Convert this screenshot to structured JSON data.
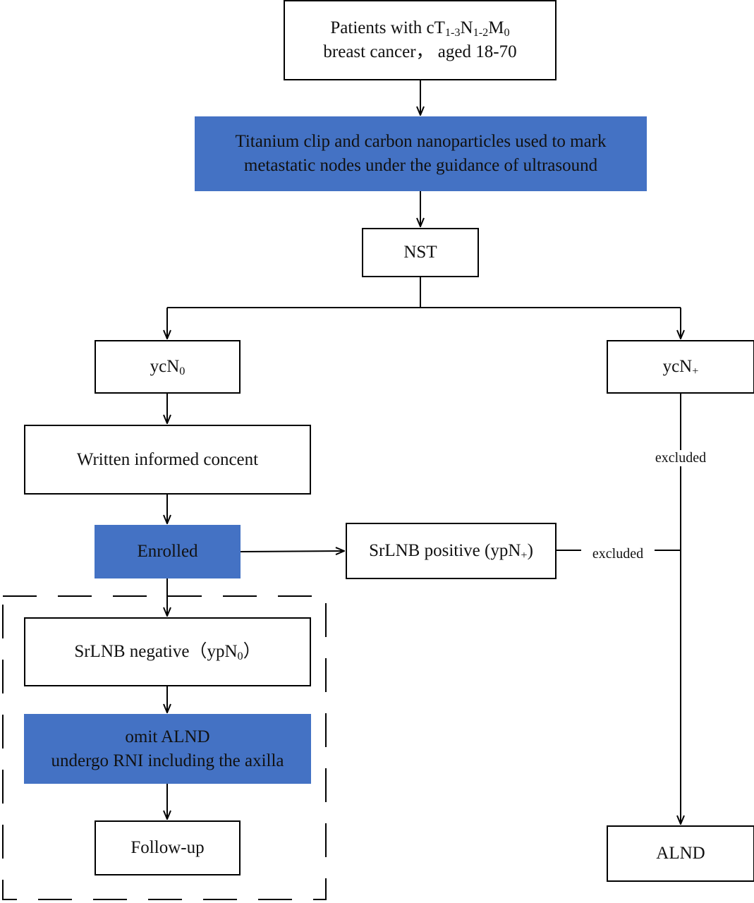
{
  "nodes": {
    "patients": {
      "line1_pre": "Patients with cT",
      "t_sub": "1-3",
      "n": "N",
      "n_sub": "1-2",
      "m": "M",
      "m_sub": "0",
      "line2": "breast cancer， aged 18-70"
    },
    "titanium": {
      "line1": "Titanium clip and carbon nanoparticles used to mark",
      "line2": "metastatic nodes under the guidance of ultrasound"
    },
    "nst": {
      "label": "NST"
    },
    "ycn0": {
      "main": "ycN",
      "sub": "0"
    },
    "ycnplus": {
      "main": "ycN",
      "sub": "+"
    },
    "consent": {
      "label": "Written informed concent"
    },
    "enrolled": {
      "label": "Enrolled"
    },
    "srlnb_pos": {
      "pre": "SrLNB positive (ypN",
      "sub": "+",
      "post": ")"
    },
    "srlnb_neg": {
      "pre": "SrLNB negative（ypN",
      "sub": "0",
      "post": "）"
    },
    "omit": {
      "line1": "omit ALND",
      "line2": "undergo RNI including the axilla"
    },
    "followup": {
      "label": "Follow-up"
    },
    "alnd": {
      "label": "ALND"
    }
  },
  "edge_labels": {
    "excluded_right": "excluded",
    "excluded_middle": "excluded"
  },
  "colors": {
    "accent_fill": "#4472C4",
    "line": "#000000"
  }
}
